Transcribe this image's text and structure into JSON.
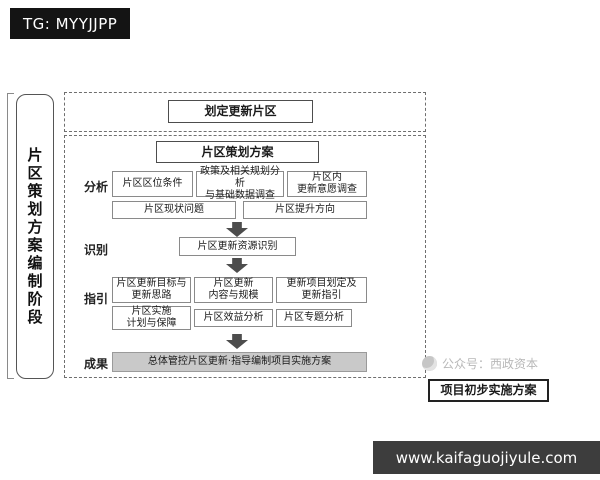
{
  "badge": {
    "text": "TG: MYYJJPP"
  },
  "stage": {
    "label": "片区策划方案编制阶段"
  },
  "flow": {
    "delimit_box": "划定更新片区",
    "plan_title": "片区策划方案",
    "analysis": {
      "label": "分析",
      "boxes": [
        "片区区位条件",
        "政策及相关规划分析\n与基础数据调查",
        "片区内\n更新意愿调查"
      ],
      "boxes2": [
        "片区现状问题",
        "片区提升方向"
      ]
    },
    "identify": {
      "label": "识别",
      "box": "片区更新资源识别"
    },
    "guide": {
      "label": "指引",
      "boxes": [
        "片区更新目标与\n更新思路",
        "片区更新\n内容与规模",
        "更新项目划定及\n更新指引"
      ],
      "boxes2": [
        "片区实施\n计划与保障",
        "片区效益分析",
        "片区专题分析"
      ]
    },
    "result": {
      "label": "成果",
      "box": "总体管控片区更新·指导编制项目实施方案"
    },
    "outcome_box": "项目初步实施方案"
  },
  "watermark": {
    "text": "公众号：西政资本"
  },
  "footer": {
    "url": "www.kaifaguojiyule.com"
  },
  "colors": {
    "badge_bg": "#141414",
    "footer_bg": "#3d3d3d",
    "result_bg": "#c9c9c9",
    "box_border": "#8a8a8a",
    "dashed_border": "#6f6f6f"
  }
}
